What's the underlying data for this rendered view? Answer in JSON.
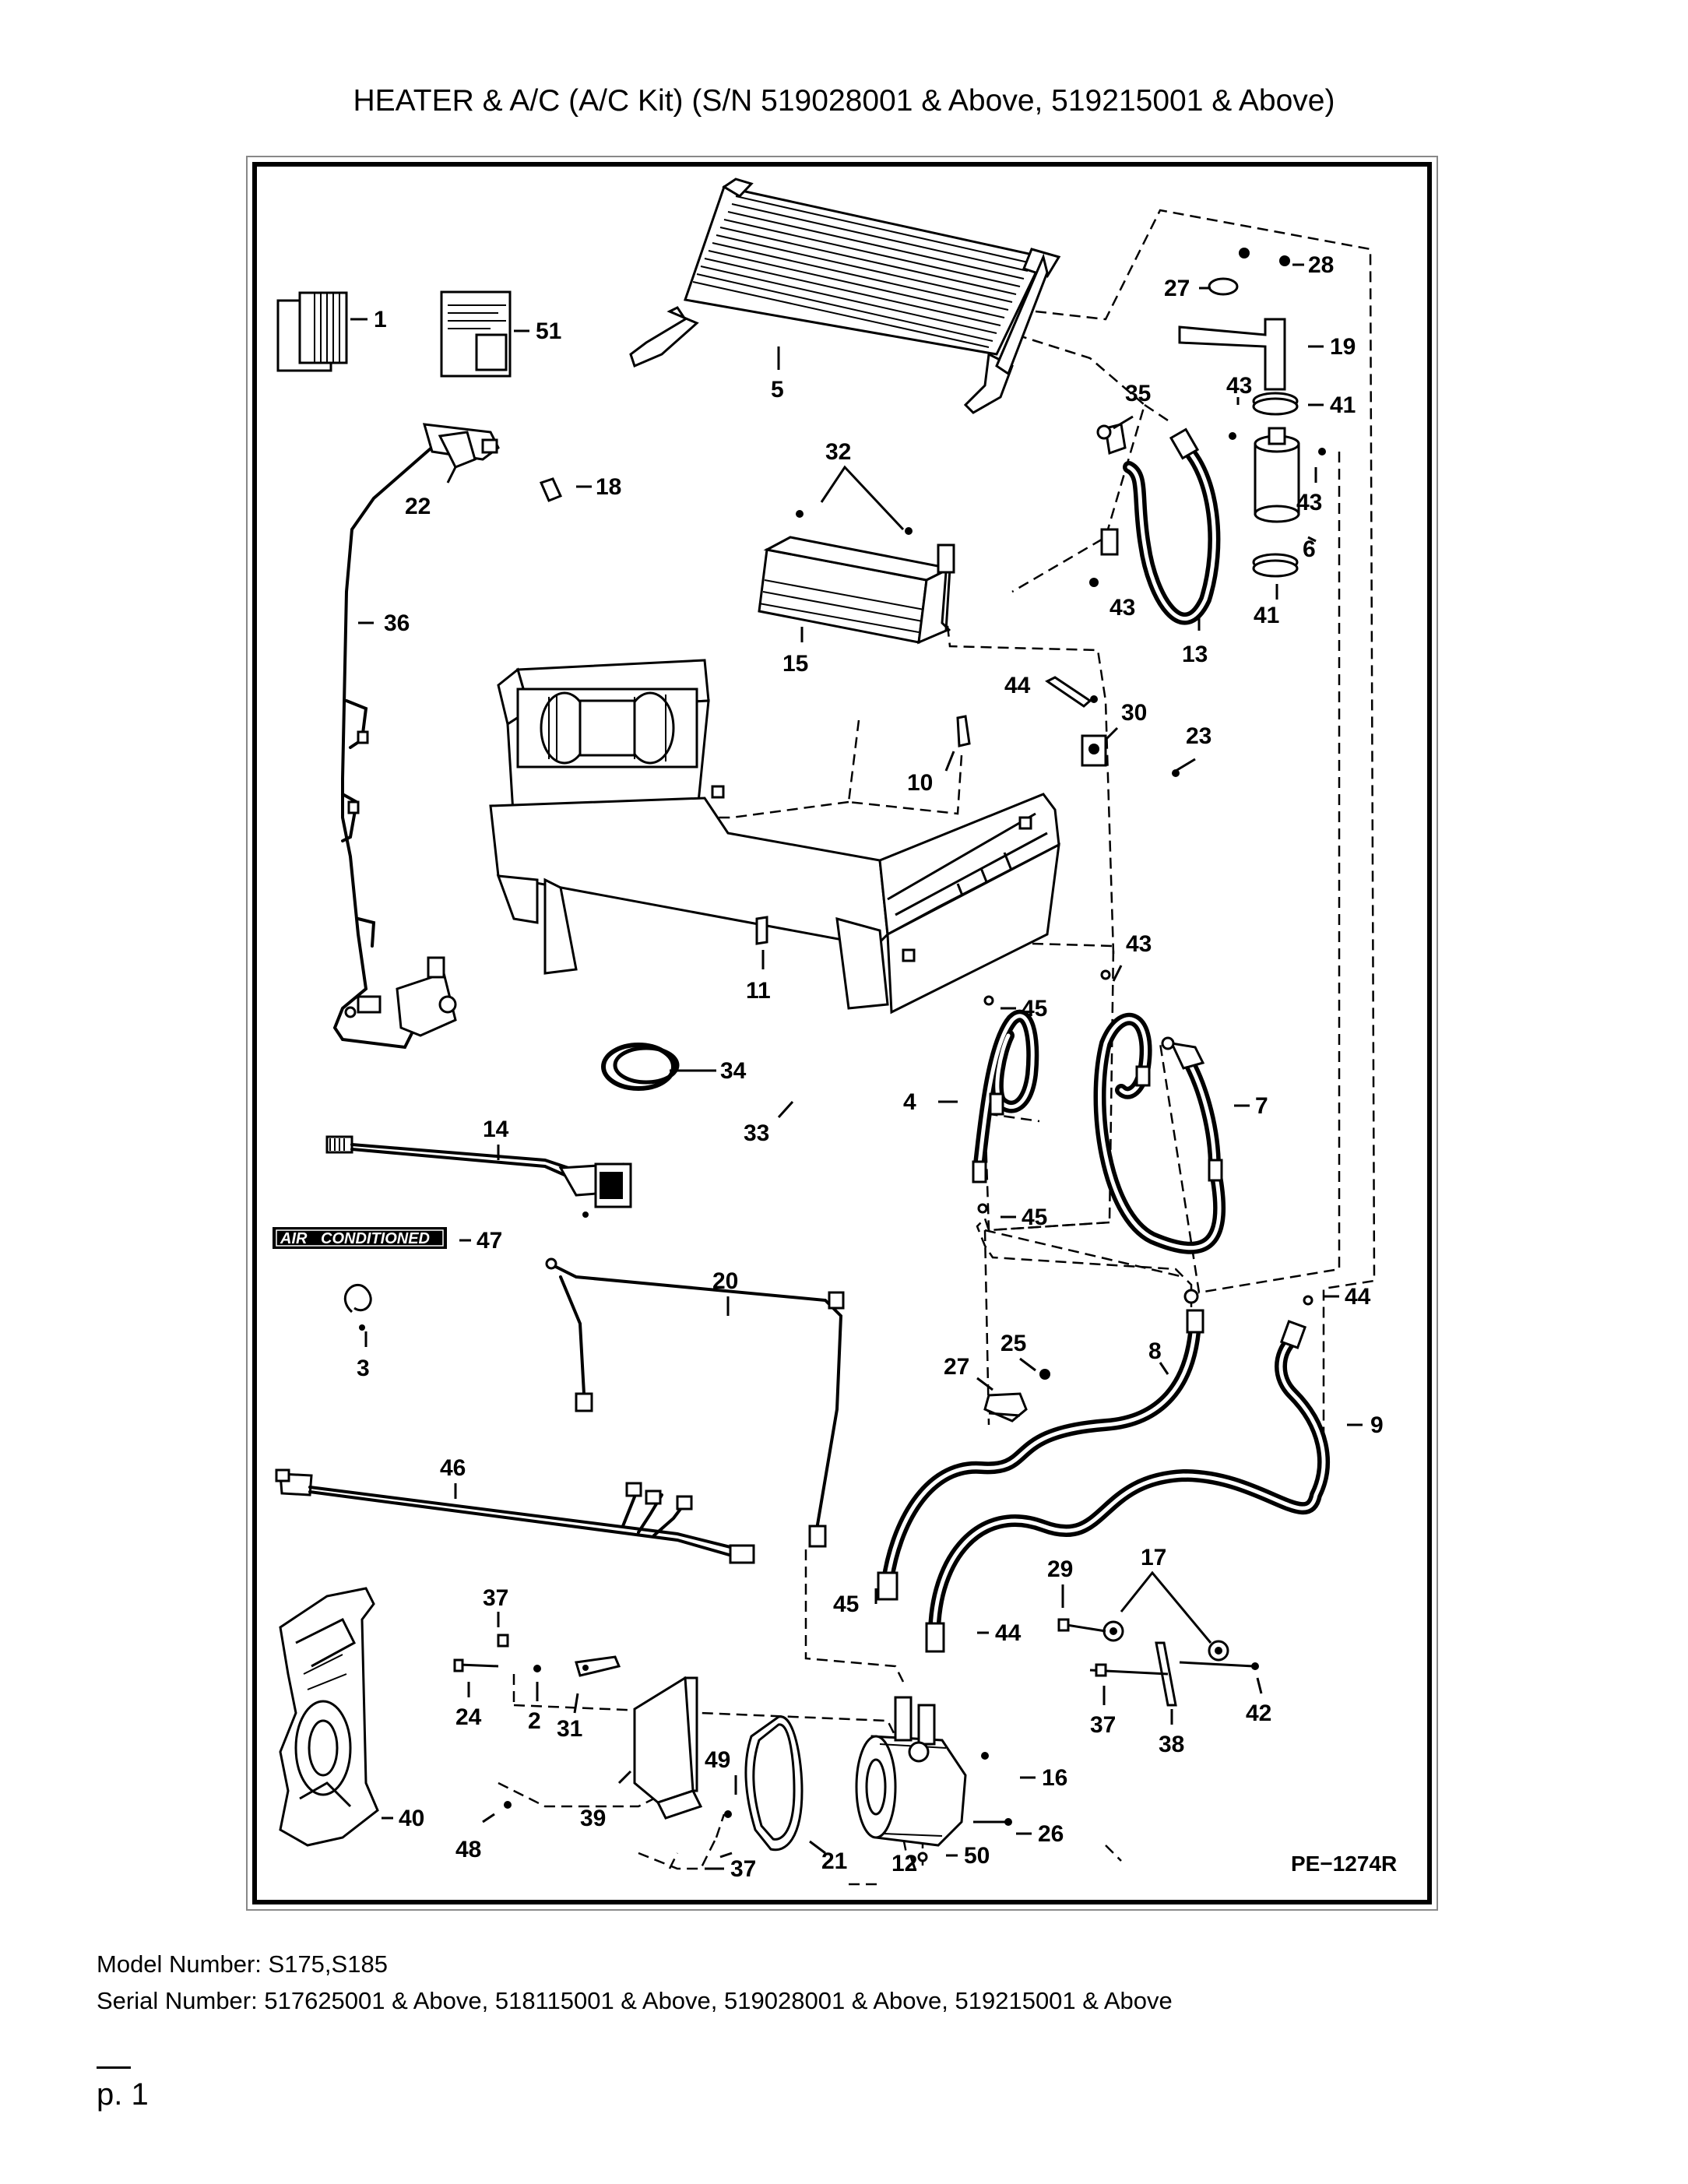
{
  "title": "HEATER & A/C (A/C Kit) (S/N 519028001 & Above, 519215001 & Above)",
  "diagram": {
    "code": "PE−1274R",
    "badge": {
      "word1": "AIR",
      "word2": "CONDITIONED"
    },
    "callouts": [
      {
        "id": "c1",
        "label": "1"
      },
      {
        "id": "c51",
        "label": "51"
      },
      {
        "id": "c5",
        "label": "5"
      },
      {
        "id": "c27a",
        "label": "27"
      },
      {
        "id": "c28",
        "label": "28"
      },
      {
        "id": "c19",
        "label": "19"
      },
      {
        "id": "c43a",
        "label": "43"
      },
      {
        "id": "c41a",
        "label": "41"
      },
      {
        "id": "c35",
        "label": "35"
      },
      {
        "id": "c43b",
        "label": "43"
      },
      {
        "id": "c6",
        "label": "6"
      },
      {
        "id": "c43c",
        "label": "43"
      },
      {
        "id": "c41b",
        "label": "41"
      },
      {
        "id": "c13",
        "label": "13"
      },
      {
        "id": "c32",
        "label": "32"
      },
      {
        "id": "c15",
        "label": "15"
      },
      {
        "id": "c18",
        "label": "18"
      },
      {
        "id": "c22",
        "label": "22"
      },
      {
        "id": "c36",
        "label": "36"
      },
      {
        "id": "c44a",
        "label": "44"
      },
      {
        "id": "c30",
        "label": "30"
      },
      {
        "id": "c23",
        "label": "23"
      },
      {
        "id": "c10",
        "label": "10"
      },
      {
        "id": "c11",
        "label": "11"
      },
      {
        "id": "c43d",
        "label": "43"
      },
      {
        "id": "c45a",
        "label": "45"
      },
      {
        "id": "c4",
        "label": "4"
      },
      {
        "id": "c7",
        "label": "7"
      },
      {
        "id": "c45b",
        "label": "45"
      },
      {
        "id": "c34",
        "label": "34"
      },
      {
        "id": "c33",
        "label": "33"
      },
      {
        "id": "c14",
        "label": "14"
      },
      {
        "id": "c47",
        "label": "47"
      },
      {
        "id": "c20",
        "label": "20"
      },
      {
        "id": "c3",
        "label": "3"
      },
      {
        "id": "c44b",
        "label": "44"
      },
      {
        "id": "c25",
        "label": "25"
      },
      {
        "id": "c27b",
        "label": "27"
      },
      {
        "id": "c8",
        "label": "8"
      },
      {
        "id": "c9",
        "label": "9"
      },
      {
        "id": "c46",
        "label": "46"
      },
      {
        "id": "c17",
        "label": "17"
      },
      {
        "id": "c29",
        "label": "29"
      },
      {
        "id": "c45c",
        "label": "45"
      },
      {
        "id": "c44c",
        "label": "44"
      },
      {
        "id": "c37a",
        "label": "37"
      },
      {
        "id": "c24",
        "label": "24"
      },
      {
        "id": "c2",
        "label": "2"
      },
      {
        "id": "c31",
        "label": "31"
      },
      {
        "id": "c40",
        "label": "40"
      },
      {
        "id": "c39",
        "label": "39"
      },
      {
        "id": "c49",
        "label": "49"
      },
      {
        "id": "c16",
        "label": "16"
      },
      {
        "id": "c37b",
        "label": "37"
      },
      {
        "id": "c38",
        "label": "38"
      },
      {
        "id": "c42",
        "label": "42"
      },
      {
        "id": "c48",
        "label": "48"
      },
      {
        "id": "c26",
        "label": "26"
      },
      {
        "id": "c50",
        "label": "50"
      },
      {
        "id": "c37c",
        "label": "37"
      },
      {
        "id": "c21",
        "label": "21"
      },
      {
        "id": "c12",
        "label": "12"
      }
    ]
  },
  "footer": {
    "model": "Model Number: S175,S185",
    "serial": "Serial Number: 517625001 & Above, 518115001 & Above, 519028001 & Above, 519215001 & Above"
  },
  "page_label": "p. 1"
}
